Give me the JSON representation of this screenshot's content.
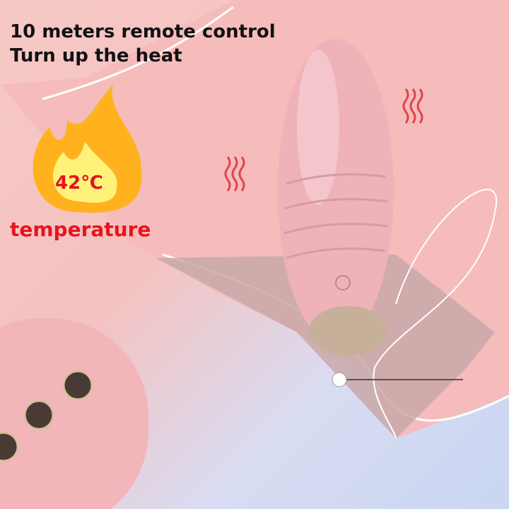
{
  "headline": {
    "line1": "10 meters remote control",
    "line2": "Turn up the heat"
  },
  "heat_badge": {
    "value": "42℃",
    "label": "temperature",
    "icon": "flame-icon"
  },
  "colors": {
    "accent_red": "#e8141c",
    "product_pink": "#eeb2b8",
    "background_pink": "#f6c9c6",
    "background_blue": "#c9d6f2"
  }
}
